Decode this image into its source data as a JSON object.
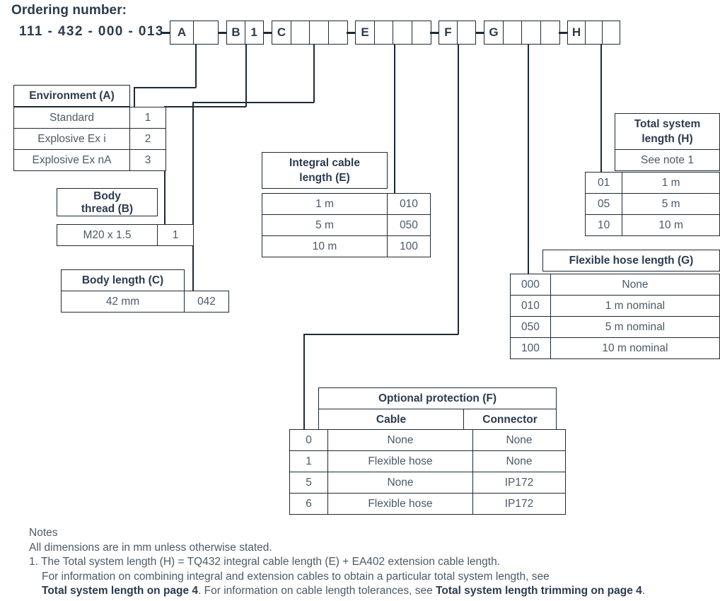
{
  "header": {
    "title": "Ordering number:",
    "base_number": "111 - 432 - 000 - 013"
  },
  "code_strip": {
    "groups": [
      {
        "key": "A",
        "cells": [
          "A",
          ""
        ]
      },
      {
        "key": "B",
        "cells": [
          "B",
          "1"
        ]
      },
      {
        "key": "C",
        "cells": [
          "C",
          "",
          "",
          ""
        ]
      },
      {
        "key": "E",
        "cells": [
          "E",
          "",
          "",
          ""
        ]
      },
      {
        "key": "F",
        "cells": [
          "F",
          ""
        ]
      },
      {
        "key": "G",
        "cells": [
          "G",
          "",
          "",
          ""
        ]
      },
      {
        "key": "H",
        "cells": [
          "H",
          "",
          ""
        ]
      }
    ]
  },
  "tables": {
    "environment": {
      "title": "Environment (A)",
      "rows": [
        {
          "label": "Standard",
          "code": "1"
        },
        {
          "label": "Explosive Ex i",
          "code": "2"
        },
        {
          "label": "Explosive Ex nA",
          "code": "3"
        }
      ]
    },
    "body_thread": {
      "title_line1": "Body",
      "title_line2": "thread (B)",
      "rows": [
        {
          "label": "M20 x 1.5",
          "code": "1"
        }
      ]
    },
    "body_length": {
      "title": "Body length (C)",
      "rows": [
        {
          "label": "42 mm",
          "code": "042"
        }
      ]
    },
    "integral_cable": {
      "title_line1": "Integral cable",
      "title_line2": "length (E)",
      "rows": [
        {
          "label": "1 m",
          "code": "010"
        },
        {
          "label": "5 m",
          "code": "050"
        },
        {
          "label": "10 m",
          "code": "100"
        }
      ]
    },
    "total_system_length": {
      "title_line1": "Total system",
      "title_line2": "length (H)",
      "subtitle": "See note 1",
      "rows": [
        {
          "code": "01",
          "label": "1 m"
        },
        {
          "code": "05",
          "label": "5 m"
        },
        {
          "code": "10",
          "label": "10 m"
        }
      ]
    },
    "flexible_hose": {
      "title": "Flexible hose length (G)",
      "rows": [
        {
          "code": "000",
          "label": "None"
        },
        {
          "code": "010",
          "label": "1 m nominal"
        },
        {
          "code": "050",
          "label": "5 m nominal"
        },
        {
          "code": "100",
          "label": "10 m nominal"
        }
      ]
    },
    "optional_protection": {
      "title": "Optional protection (F)",
      "columns": [
        "Cable",
        "Connector"
      ],
      "rows": [
        {
          "code": "0",
          "cable": "None",
          "connector": "None"
        },
        {
          "code": "1",
          "cable": "Flexible hose",
          "connector": "None"
        },
        {
          "code": "5",
          "cable": "None",
          "connector": "IP172"
        },
        {
          "code": "6",
          "cable": "Flexible hose",
          "connector": "IP172"
        }
      ]
    }
  },
  "notes": {
    "heading": "Notes",
    "line_dimensions": "All dimensions are in mm unless otherwise stated.",
    "note1_a": "1. The Total system length (H) = TQ432 integral cable length (E) + EA402 extension cable length.",
    "note1_b": "For information on combining integral and extension cables to obtain a particular total system length, see",
    "note1_c_bold1": "Total system length on page 4",
    "note1_c_mid": ". For information on cable length tolerances, see ",
    "note1_c_bold2": "Total system length trimming on page 4",
    "note1_c_end": "."
  },
  "colors": {
    "ink": "#2b3b4e",
    "body_text": "#4a5a68",
    "rule": "#1c2a36",
    "background": "#ffffff"
  }
}
